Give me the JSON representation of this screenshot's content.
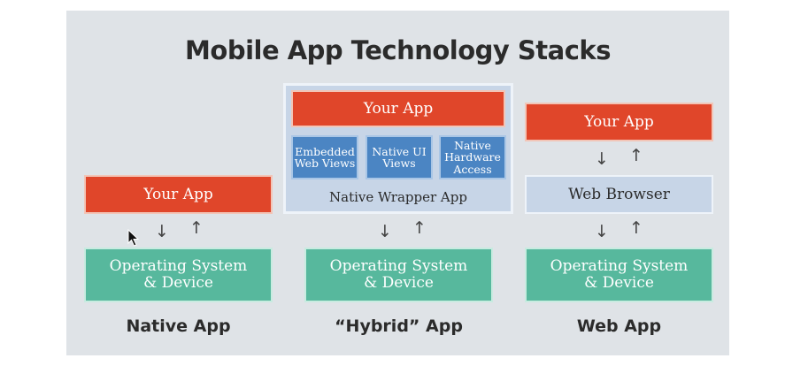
{
  "title": "Mobile App Technology Stacks",
  "columns": {
    "native": {
      "app": "Your App",
      "os_line1": "Operating System",
      "os_line2": "& Device",
      "label": "Native App"
    },
    "hybrid": {
      "app": "Your App",
      "modules": [
        "Embedded Web Views",
        "Native UI Views",
        "Native Hardware Access"
      ],
      "wrapper": "Native Wrapper App",
      "os_line1": "Operating System",
      "os_line2": "& Device",
      "label": "“Hybrid” App"
    },
    "web": {
      "app": "Your App",
      "browser": "Web Browser",
      "os_line1": "Operating System",
      "os_line2": "& Device",
      "label": "Web App"
    }
  },
  "arrows": {
    "down": "↓",
    "up": "↑"
  },
  "colors": {
    "app_red": "#e0462a",
    "os_green": "#57b89d",
    "wrapper_blue": "#c7d5e7",
    "module_blue": "#4b85c3",
    "background": "#dfe3e7"
  }
}
